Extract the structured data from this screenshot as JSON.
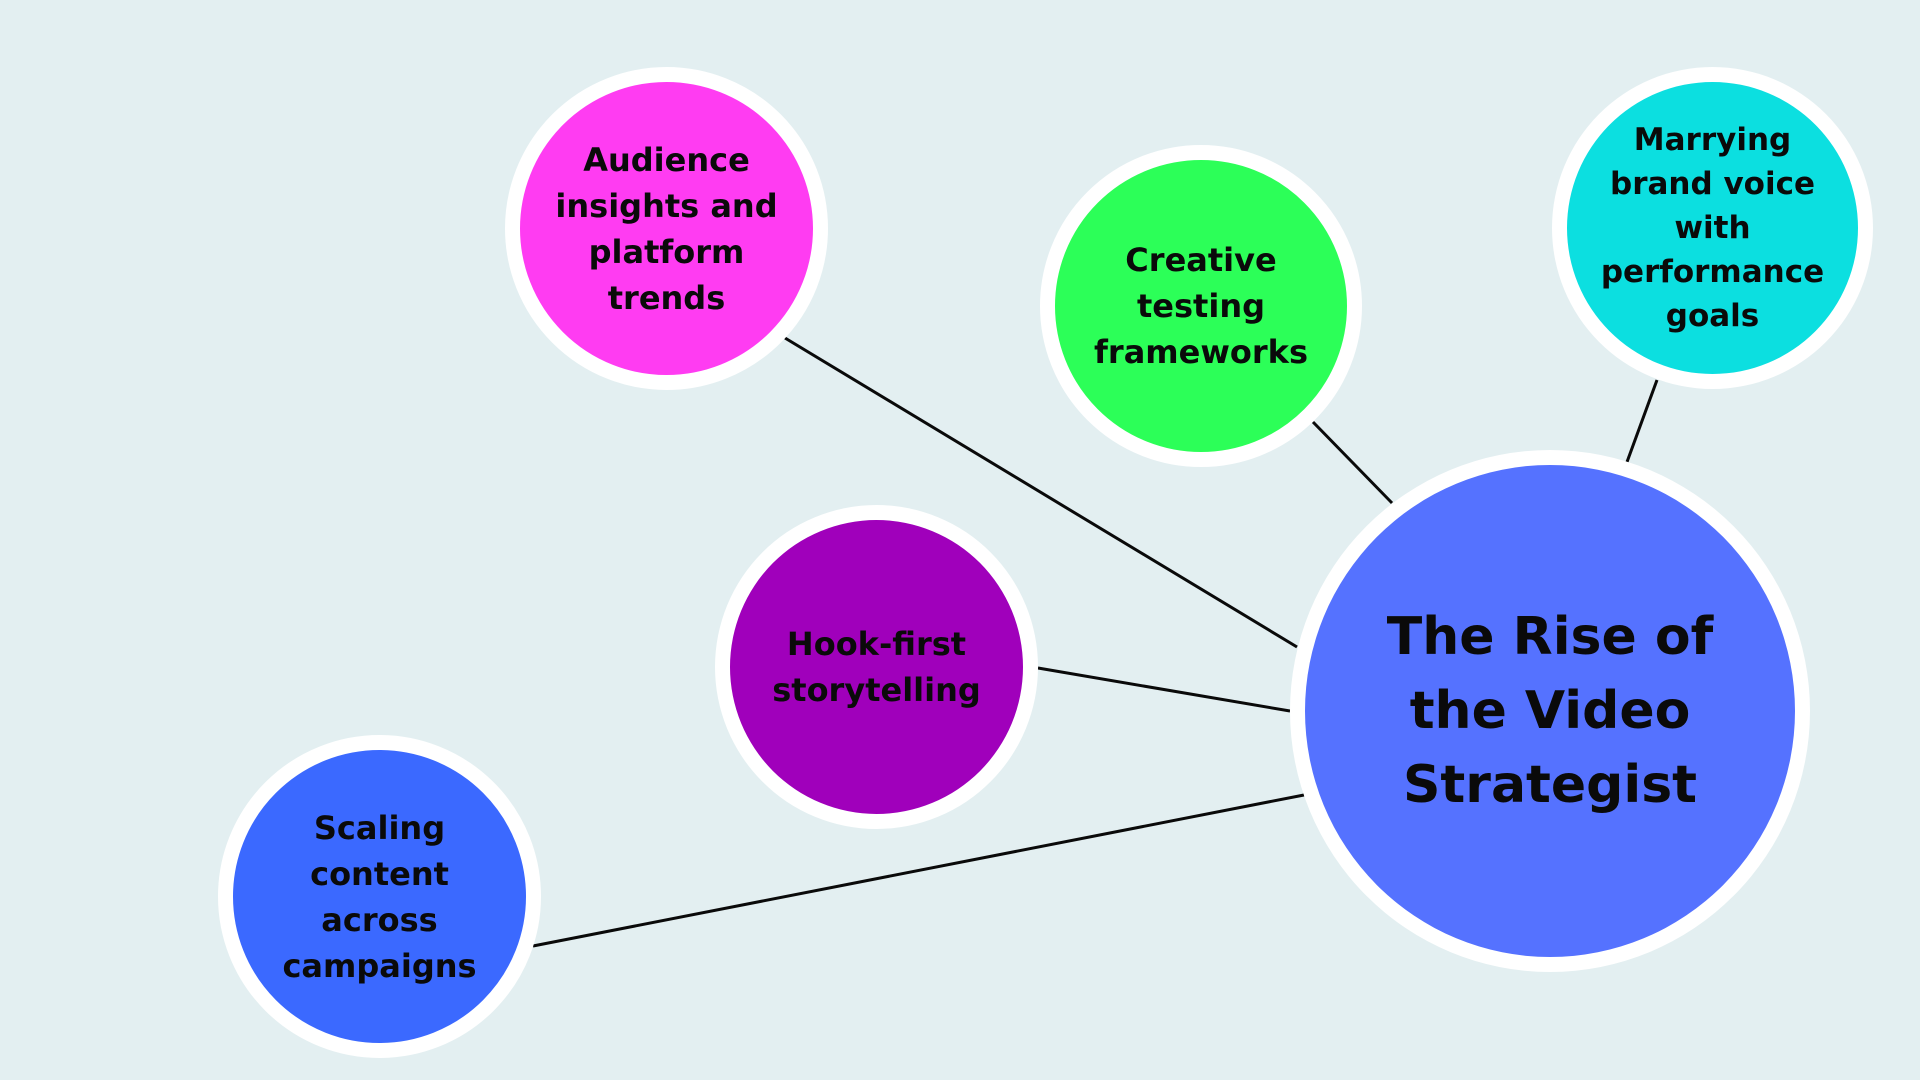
{
  "diagram": {
    "background": "#e3eff1",
    "center": {
      "label": "The Rise of the Video Strategist",
      "color": "#5572ff"
    },
    "nodes": [
      {
        "id": "audience",
        "label": "Audience insights and platform trends",
        "color": "#ff3cf2"
      },
      {
        "id": "creative",
        "label": "Creative testing frameworks",
        "color": "#2cff58"
      },
      {
        "id": "brand",
        "label": "Marrying brand voice with performance goals",
        "color": "#0cdfe0"
      },
      {
        "id": "hook",
        "label": "Hook-first storytelling",
        "color": "#a000bb"
      },
      {
        "id": "scaling",
        "label": "Scaling content across campaigns",
        "color": "#3b69ff"
      }
    ],
    "connections": [
      {
        "from": "audience",
        "to": "center"
      },
      {
        "from": "creative",
        "to": "center"
      },
      {
        "from": "brand",
        "to": "center"
      },
      {
        "from": "hook",
        "to": "center"
      },
      {
        "from": "scaling",
        "to": "center"
      }
    ]
  }
}
